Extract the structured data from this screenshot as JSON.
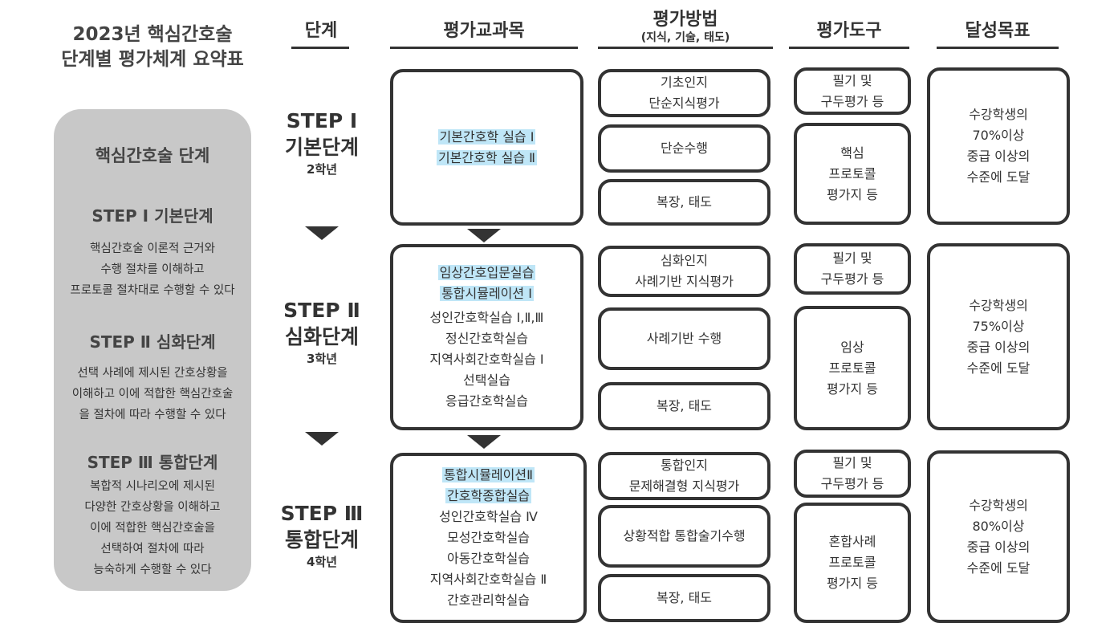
{
  "title": {
    "line1": "2023년 핵심간호술",
    "line2": "단계별 평가체계 요약표"
  },
  "sidebar": {
    "heading": "핵심간호술 단계",
    "sections": [
      {
        "title": "STEP Ⅰ 기본단계",
        "lines": [
          "핵심간호술 이론적 근거와",
          "수행 절차를 이해하고",
          "프로토콜 절차대로 수행할 수 있다"
        ]
      },
      {
        "title": "STEP Ⅱ 심화단계",
        "lines": [
          "선택 사례에 제시된 간호상황을",
          "이해하고 이에 적합한 핵심간호술",
          "을 절차에 따라 수행할 수 있다"
        ]
      },
      {
        "title": "STEP Ⅲ 통합단계",
        "lines": [
          "복합적 시나리오에 제시된",
          "다양한 간호상황을 이해하고",
          "이에 적합한 핵심간호술을",
          "선택하여 절차에 따라",
          "능숙하게 수행할 수 있다"
        ]
      }
    ]
  },
  "headers": {
    "stage": "단계",
    "subjects": "평가교과목",
    "method": "평가방법",
    "method_sub": "(지식, 기술, 태도)",
    "tools": "평가도구",
    "goal": "달성목표"
  },
  "rows": [
    {
      "step": "STEP Ⅰ",
      "stage": "기본단계",
      "grade": "2학년",
      "subjects": [
        {
          "text": "기본간호학 실습 Ⅰ",
          "highlight": true
        },
        {
          "text": "기본간호학 실습 Ⅱ",
          "highlight": true
        }
      ],
      "methods": [
        [
          "기초인지",
          "단순지식평가"
        ],
        [
          "단순수행"
        ],
        [
          "복장, 태도"
        ]
      ],
      "tools": [
        [
          "필기 및",
          "구두평가 등"
        ],
        [
          "핵심",
          "프로토콜",
          "평가지 등"
        ]
      ],
      "goal": [
        "수강학생의",
        "70%이상",
        "중급 이상의",
        "수준에 도달"
      ]
    },
    {
      "step": "STEP Ⅱ",
      "stage": "심화단계",
      "grade": "3학년",
      "subjects": [
        {
          "text": "임상간호입문실습",
          "highlight": true
        },
        {
          "text": "통합시뮬레이션 Ⅰ",
          "highlight": true
        },
        {
          "text": "성인간호학실습 Ⅰ,Ⅱ,Ⅲ",
          "highlight": false
        },
        {
          "text": "정신간호학실습",
          "highlight": false
        },
        {
          "text": "지역사회간호학실습 Ⅰ",
          "highlight": false
        },
        {
          "text": "선택실습",
          "highlight": false
        },
        {
          "text": "응급간호학실습",
          "highlight": false
        }
      ],
      "methods": [
        [
          "심화인지",
          "사례기반 지식평가"
        ],
        [
          "사례기반 수행"
        ],
        [
          "복장, 태도"
        ]
      ],
      "tools": [
        [
          "필기 및",
          "구두평가 등"
        ],
        [
          "임상",
          "프로토콜",
          "평가지 등"
        ]
      ],
      "goal": [
        "수강학생의",
        "75%이상",
        "중급 이상의",
        "수준에 도달"
      ]
    },
    {
      "step": "STEP Ⅲ",
      "stage": "통합단계",
      "grade": "4학년",
      "subjects": [
        {
          "text": "통합시뮬레이션Ⅱ",
          "highlight": true
        },
        {
          "text": "간호학종합실습",
          "highlight": true
        },
        {
          "text": "성인간호학실습 Ⅳ",
          "highlight": false
        },
        {
          "text": "모성간호학실습",
          "highlight": false
        },
        {
          "text": "아동간호학실습",
          "highlight": false
        },
        {
          "text": "지역사회간호학실습 Ⅱ",
          "highlight": false
        },
        {
          "text": "간호관리학실습",
          "highlight": false
        }
      ],
      "methods": [
        [
          "통합인지",
          "문제해결형 지식평가"
        ],
        [
          "상황적합 통합술기수행"
        ],
        [
          "복장, 태도"
        ]
      ],
      "tools": [
        [
          "필기 및",
          "구두평가 등"
        ],
        [
          "혼합사례",
          "프로토콜",
          "평가지 등"
        ]
      ],
      "goal": [
        "수강학생의",
        "80%이상",
        "중급 이상의",
        "수준에 도달"
      ]
    }
  ],
  "colors": {
    "highlight": "#bfe6f7",
    "sidebar": "#c8c8c8",
    "ink": "#333333"
  }
}
